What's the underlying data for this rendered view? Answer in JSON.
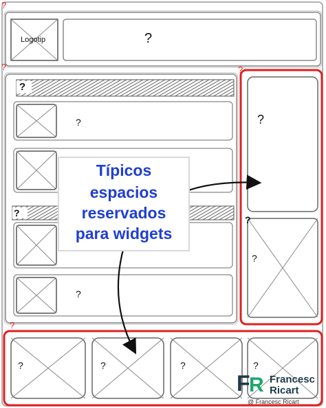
{
  "header": {
    "logo_label": "Logotip",
    "banner_placeholder": "?"
  },
  "corner_markers": {
    "mark": "?"
  },
  "main": {
    "content_heading_placeholder": "?",
    "articles": [
      {
        "text": "?"
      },
      {
        "text": "?"
      },
      {
        "text": "?"
      },
      {
        "text": "?"
      }
    ],
    "section_placeholder": "?"
  },
  "sidebar": {
    "widget_1_placeholder": "?",
    "widget_2_marker": "?",
    "widget_2_placeholder": "?"
  },
  "footer": {
    "widgets": [
      {
        "text": "?"
      },
      {
        "text": "?"
      },
      {
        "text": "?"
      },
      {
        "text": "?"
      }
    ]
  },
  "callout": {
    "lines": [
      "Típicos",
      "espacios",
      "reservados",
      "para widgets"
    ],
    "color": "#1f3fd1"
  },
  "brand": {
    "name_line1": "Francesc",
    "name_line2": "Ricart",
    "initials_left": "F",
    "initials_right": "R",
    "copyright": "@ Francesc Ricart"
  },
  "colors": {
    "highlight": "#e02020",
    "sketch": "#777777",
    "callout_text": "#1f3fd1",
    "brand_dark": "#1e3a4a",
    "brand_accent": "#1aa86b"
  }
}
